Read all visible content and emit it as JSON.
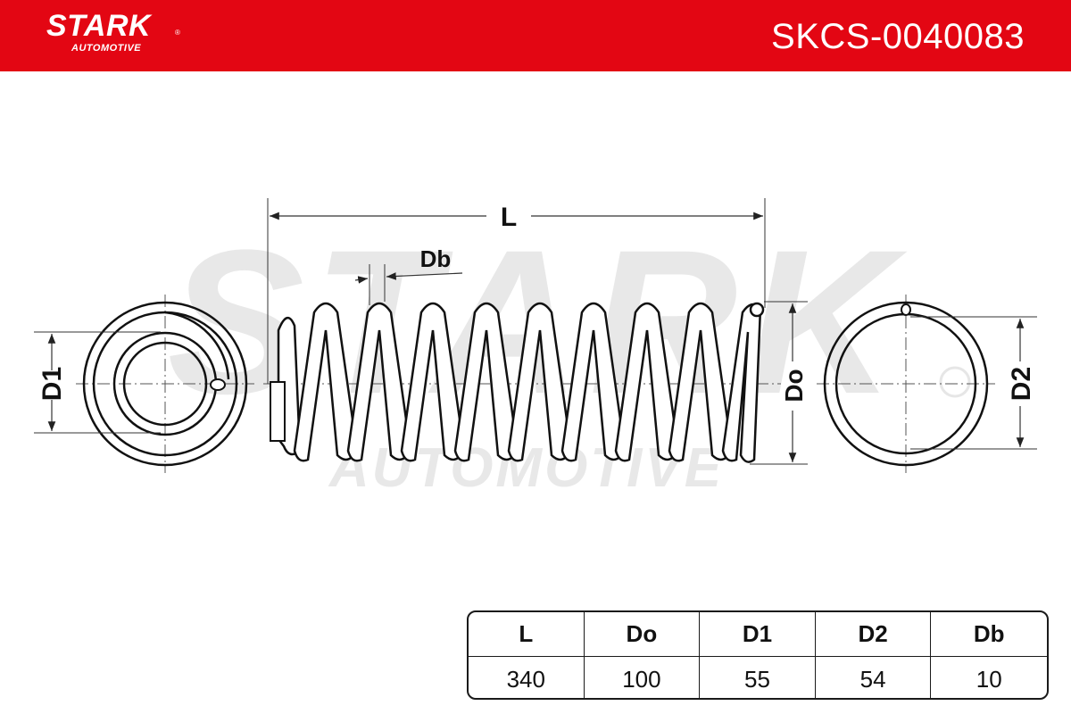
{
  "header": {
    "brand_name": "STARK",
    "brand_sub": "AUTOMOTIVE",
    "part_number": "SKCS-0040083",
    "background_color": "#e30613"
  },
  "watermark": {
    "main": "STARK",
    "sub": "AUTOMOTIVE",
    "color": "#e6e6e6"
  },
  "dimensions": {
    "length_label": "L",
    "wire_label": "Db",
    "outer_label": "Do",
    "end1_label": "D1",
    "end2_label": "D2"
  },
  "spec_table": {
    "headers": [
      "L",
      "Do",
      "D1",
      "D2",
      "Db"
    ],
    "values": [
      "340",
      "100",
      "55",
      "54",
      "10"
    ]
  }
}
